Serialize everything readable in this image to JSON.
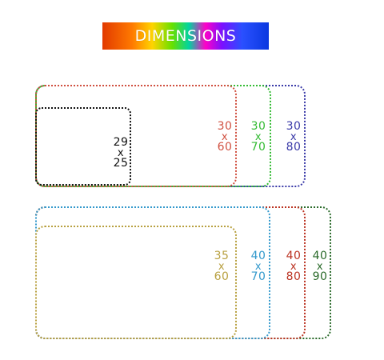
{
  "banner": {
    "title": "DIMENSIONS",
    "gradient": [
      "#e23a00",
      "#ff7a00",
      "#ffd400",
      "#66e000",
      "#00d4a0",
      "#ff00c8",
      "#7a10ff",
      "#2a50ff",
      "#0a38e0"
    ]
  },
  "top_group": [
    {
      "width": "30",
      "sep": "x",
      "height": "80",
      "color": "#3a3aa8"
    },
    {
      "width": "30",
      "sep": "x",
      "height": "70",
      "color": "#33bb33"
    },
    {
      "width": "30",
      "sep": "x",
      "height": "60",
      "color": "#d05040"
    },
    {
      "width": "29",
      "sep": "x",
      "height": "25",
      "color": "#111111"
    }
  ],
  "bottom_group": [
    {
      "width": "40",
      "sep": "x",
      "height": "90",
      "color": "#2a6a2a"
    },
    {
      "width": "40",
      "sep": "x",
      "height": "80",
      "color": "#bb3322"
    },
    {
      "width": "40",
      "sep": "x",
      "height": "70",
      "color": "#3399cc"
    },
    {
      "width": "35",
      "sep": "x",
      "height": "60",
      "color": "#b8a040"
    }
  ]
}
